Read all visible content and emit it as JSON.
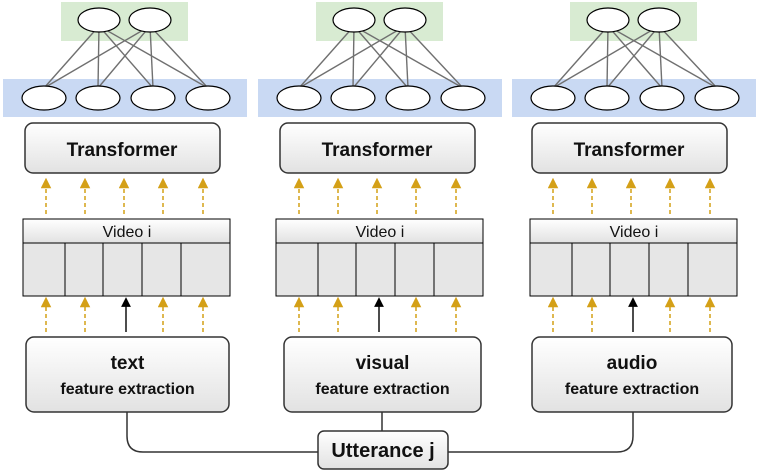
{
  "columns": [
    {
      "id": "text",
      "video_label": "Video i",
      "transformer_label": "Transformer",
      "extractor_title": "text",
      "extractor_subtitle": "feature extraction"
    },
    {
      "id": "visual",
      "video_label": "Video i",
      "transformer_label": "Transformer",
      "extractor_title": "visual",
      "extractor_subtitle": "feature extraction"
    },
    {
      "id": "audio",
      "video_label": "Video i",
      "transformer_label": "Transformer",
      "extractor_title": "audio",
      "extractor_subtitle": "feature extraction"
    }
  ],
  "utterance_label": "Utterance j",
  "colors": {
    "output_layer_bg": "#d8ebd2",
    "input_layer_bg": "#c9d9f3",
    "dashed_arrow": "#d4a017",
    "solid_arrow": "#000000",
    "box_fill_top": "#ffffff",
    "box_fill_bottom": "#e4e4e4",
    "edge": "#707070"
  }
}
